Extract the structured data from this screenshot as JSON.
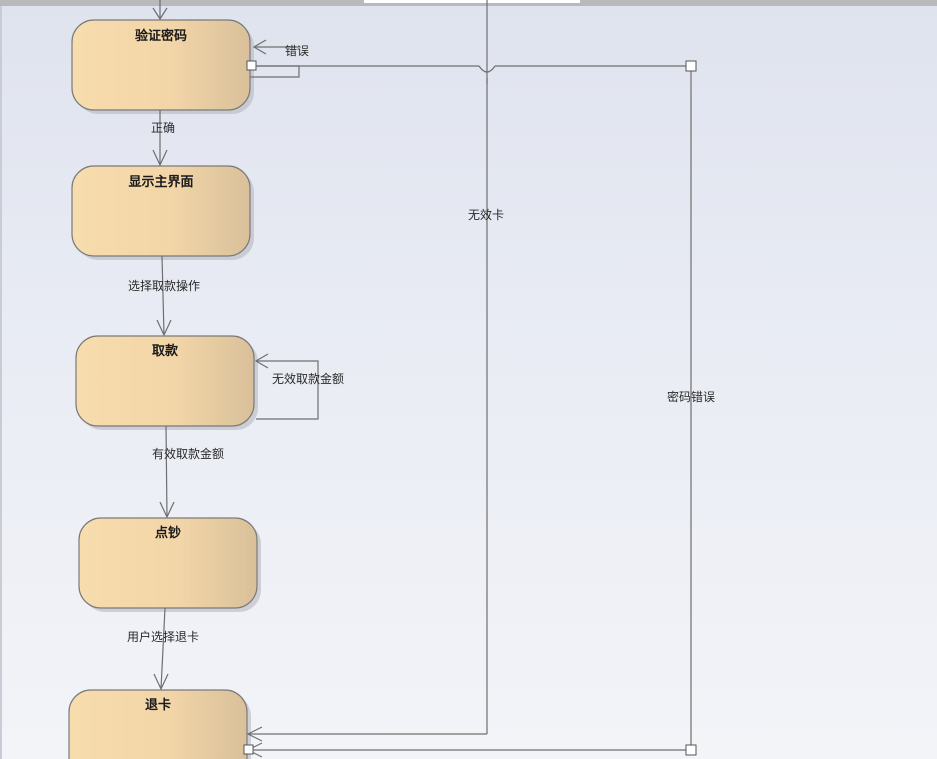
{
  "states": [
    {
      "id": "verify",
      "title": "验证密码"
    },
    {
      "id": "main",
      "title": "显示主界面"
    },
    {
      "id": "withdraw",
      "title": "取款"
    },
    {
      "id": "count",
      "title": "点钞"
    },
    {
      "id": "eject",
      "title": "退卡"
    }
  ],
  "transitions": {
    "verify_error_self": "错误",
    "verify_correct": "正确",
    "select_withdraw": "选择取款操作",
    "invalid_amount": "无效取款金额",
    "valid_amount": "有效取款金额",
    "user_eject": "用户选择退卡",
    "invalid_card": "无效卡",
    "password_error": "密码错误"
  },
  "colors": {
    "state_fill_light": "#f6dcb0",
    "state_fill_dark": "#dfc59c",
    "connector": "#6f6f6f"
  }
}
